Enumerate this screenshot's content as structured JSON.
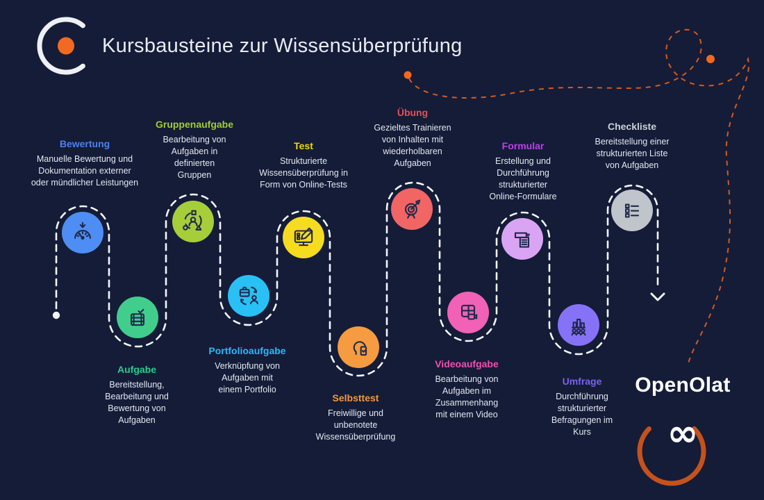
{
  "header": {
    "title": "Kursbausteine zur Wissensüberprüfung"
  },
  "brand": {
    "name": "OpenOlat",
    "infinity_symbol": "∞",
    "arc_color": "#c5521c"
  },
  "decor": {
    "background": "#141c38",
    "path_color": "#f4f6fa",
    "squiggle_color": "#d65a21",
    "dot_color": "#f2691d",
    "logo_ring_color": "#eef0f4",
    "logo_dot_color": "#f26a21",
    "icon_stroke_color": "#20294a"
  },
  "items": [
    {
      "label": "Bewertung",
      "description": "Manuelle Bewertung und\nDokumentation externer\noder mündlicher Leistungen",
      "label_color": "#4a82ee",
      "circle_color": "#4e8ef4",
      "icon": "gauge-icon"
    },
    {
      "label": "Aufgabe",
      "description": "Bereitstellung,\nBearbeitung und\nBewertung von\nAufgaben",
      "label_color": "#2ecc8a",
      "circle_color": "#41ce8d",
      "icon": "task-stack-icon"
    },
    {
      "label": "Gruppenaufgabe",
      "description": "Bearbeitung von\nAufgaben in\ndefinierten\nGruppen",
      "label_color": "#a3cd30",
      "circle_color": "#a6ce39",
      "icon": "group-icon"
    },
    {
      "label": "Portfolioaufgabe",
      "description": "Verknüpfung von\nAufgaben mit\neinem Portfolio",
      "label_color": "#29b9f2",
      "circle_color": "#29c0f6",
      "icon": "portfolio-exchange-icon"
    },
    {
      "label": "Test",
      "description": "Strukturierte\nWissensüberprüfung in\nForm von Online-Tests",
      "label_color": "#f2d60e",
      "circle_color": "#f6dc1f",
      "icon": "online-test-icon"
    },
    {
      "label": "Selbsttest",
      "description": "Freiwillige und\nunbenotete\nWissensüberprüfung",
      "label_color": "#f5973a",
      "circle_color": "#f69b3f",
      "icon": "self-check-icon"
    },
    {
      "label": "Übung",
      "description": "Gezieltes Trainieren\nvon Inhalten mit\nwiederholbaren\nAufgaben",
      "label_color": "#ee4d55",
      "circle_color": "#f26565",
      "icon": "target-icon"
    },
    {
      "label": "Videoaufgabe",
      "description": "Bearbeitung von\nAufgaben im\nZusammenhang\nmit einem Video",
      "label_color": "#f04fb0",
      "circle_color": "#f161b6",
      "icon": "video-task-icon"
    },
    {
      "label": "Formular",
      "description": "Erstellung und\nDurchführung\nstrukturierter\nOnline-Formulare",
      "label_color": "#c43bf0",
      "circle_color": "#daa4f4",
      "icon": "form-icon"
    },
    {
      "label": "Umfrage",
      "description": "Durchführung\nstrukturierter\nBefragungen im\nKurs",
      "label_color": "#7d60f2",
      "circle_color": "#8672f6",
      "icon": "survey-icon"
    },
    {
      "label": "Checkliste",
      "description": "Bereitstellung einer\nstrukturierten Liste\nvon Aufgaben",
      "label_color": "#ccd1d9",
      "circle_color": "#c0c4cb",
      "icon": "checklist-icon"
    }
  ]
}
